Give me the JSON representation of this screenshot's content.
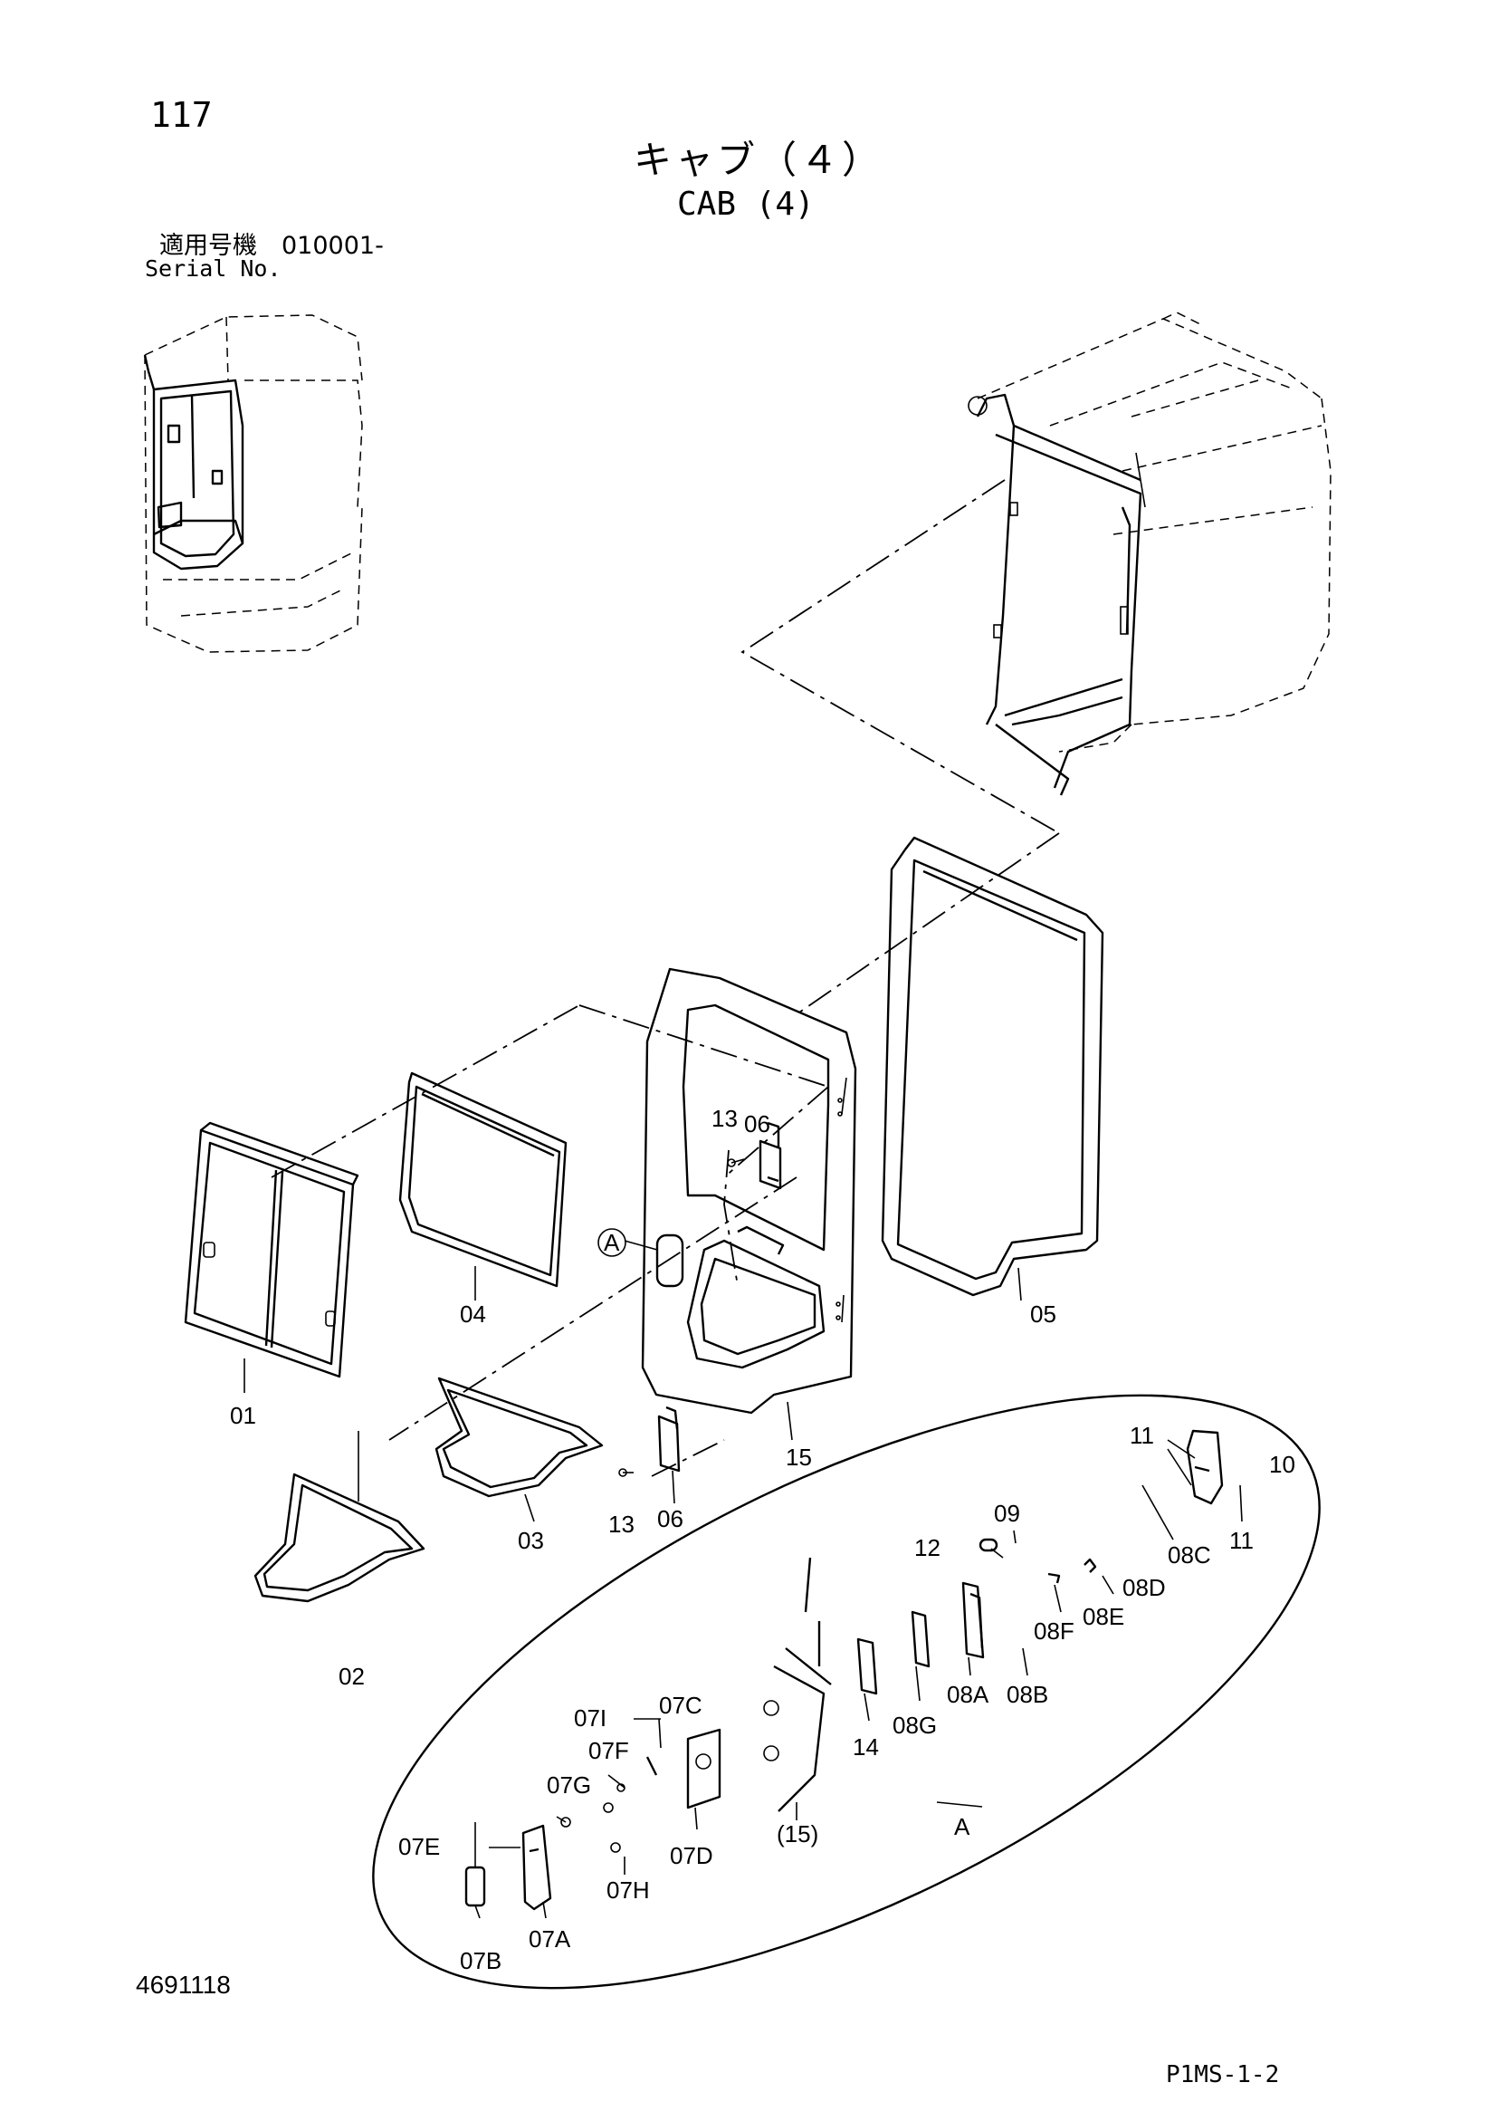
{
  "header": {
    "page_number": "117",
    "title_jp": "キャブ（４）",
    "title_en": "CAB (4)",
    "serial_label_jp": "適用号機　010001-",
    "serial_label_en": "Serial No."
  },
  "footer": {
    "doc_number": "4691118",
    "page_ref": "P1MS-1-2"
  },
  "callouts": {
    "detail_marker": "A",
    "detail_label": "A",
    "parts": [
      "01",
      "02",
      "03",
      "04",
      "05",
      "06",
      "06",
      "13",
      "13",
      "15",
      "11",
      "11",
      "10",
      "09",
      "12",
      "08C",
      "08D",
      "08E",
      "08F",
      "08A",
      "08B",
      "08G",
      "14",
      "07I",
      "07C",
      "07F",
      "07G",
      "07E",
      "07D",
      "07H",
      "07A",
      "07B",
      "(15)"
    ]
  }
}
